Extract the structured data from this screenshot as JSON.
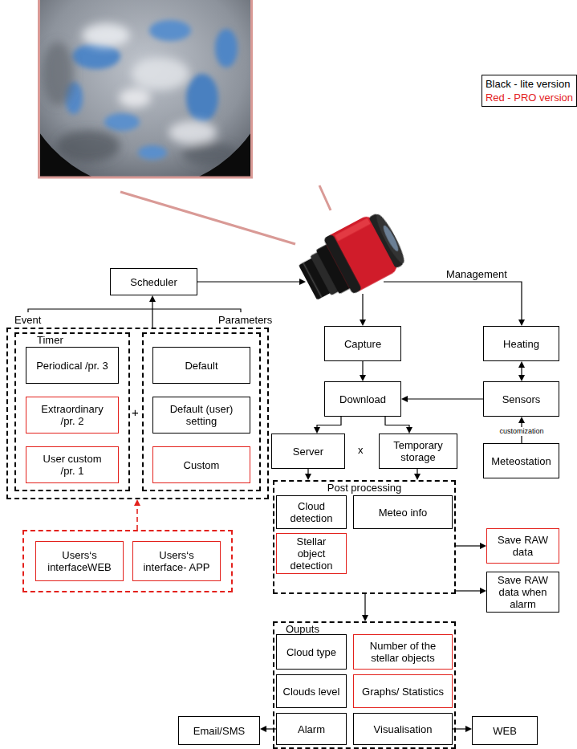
{
  "diagram": {
    "nodes": [
      {
        "text": [
          "Scheduler"
        ]
      },
      {
        "text": [
          "Event"
        ]
      },
      {
        "text": [
          "Timer"
        ],
        "in": 1
      },
      {
        "text": [
          "Periodical /pr. 3"
        ],
        "in": 2
      },
      {
        "text": [
          "Extraordinary /pr. 2"
        ],
        "in": 2
      },
      {
        "text": [
          "User custom /pr. 1"
        ],
        "in": 2
      },
      {
        "text": [
          "Parameters"
        ],
        "in": 1
      },
      {
        "text": [
          "Default"
        ],
        "in": 6
      },
      {
        "text": [
          "Default (user) setting"
        ],
        "in": 6
      },
      {
        "text": [
          "Custom"
        ],
        "in": 6
      },
      {
        "text": []
      },
      {
        "text": [
          "Users‘s interfaceWEB"
        ],
        "in": 10
      },
      {
        "text": [
          "Users‘s interface- APP"
        ],
        "in": 10
      },
      {
        "text": [
          "Capture"
        ]
      },
      {
        "text": [
          "Heating"
        ]
      },
      {
        "text": [
          "Download"
        ]
      },
      {
        "text": [
          "Sensors"
        ]
      },
      {
        "text": [
          "Server"
        ]
      },
      {
        "text": [
          "Temporary storage"
        ]
      },
      {
        "text": [
          "Meteostation"
        ]
      },
      {
        "text": [
          "Post processing"
        ]
      },
      {
        "text": [
          "Cloud detection"
        ],
        "in": 20
      },
      {
        "text": [
          "Meteo info"
        ],
        "in": 20
      },
      {
        "text": [
          "Stellar object detection"
        ],
        "in": 20
      },
      {
        "text": [
          "Save RAW data"
        ]
      },
      {
        "text": [
          "Save RAW data when alarm"
        ]
      },
      {
        "text": [
          "Ouputs"
        ]
      },
      {
        "text": [
          "Cloud type"
        ],
        "in": 26
      },
      {
        "text": [
          "Number of the stellar objects"
        ],
        "in": 26
      },
      {
        "text": [
          "Clouds level"
        ],
        "in": 26
      },
      {
        "text": [
          "Graphs/ Statistics"
        ],
        "in": 26
      },
      {
        "text": [
          "Alarm"
        ],
        "in": 26
      },
      {
        "text": [
          "Visualisation"
        ],
        "in": 26
      },
      {
        "text": [
          "Email/SMS"
        ]
      },
      {
        "text": [
          "WEB"
        ]
      }
    ],
    "edges": [
      {
        "from": 1,
        "to": 0,
        "arrow": "to"
      },
      {
        "from": 10,
        "to": 1,
        "arrow": "to"
      },
      {
        "from": 13,
        "to": 15,
        "arrow": "to"
      },
      {
        "from": 15,
        "to": 17,
        "arrow": "to"
      },
      {
        "from": 15,
        "to": 18,
        "arrow": "to"
      },
      {
        "from": 16,
        "to": 15,
        "arrow": "to"
      },
      {
        "from": 14,
        "to": 16,
        "arrow": "both"
      },
      {
        "from": 19,
        "to": 16,
        "arrow": "to",
        "label": "customization"
      },
      {
        "from": 17,
        "to": 20,
        "arrow": "to"
      },
      {
        "from": 18,
        "to": 20,
        "arrow": "to"
      },
      {
        "from": 20,
        "to": 24,
        "arrow": "to"
      },
      {
        "from": 20,
        "to": 25,
        "arrow": "to"
      },
      {
        "from": 20,
        "to": 26,
        "arrow": "to"
      },
      {
        "from": 31,
        "to": 33,
        "arrow": "to"
      },
      {
        "from": 32,
        "to": 34,
        "arrow": "to"
      }
    ],
    "labels": [
      "Management",
      "+",
      "x"
    ],
    "legend": [
      {
        "text": "Black - lite version",
        "color": "#000000"
      },
      {
        "text": "Red - PRO version",
        "color": "#e3211c"
      }
    ]
  }
}
